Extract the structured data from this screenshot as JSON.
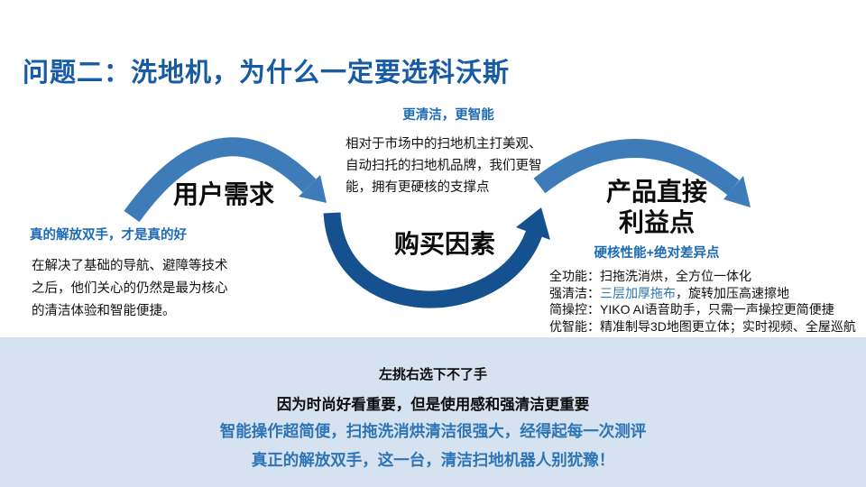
{
  "slide_title": "问题二：洗地机，为什么一定要选科沃斯",
  "flow": {
    "user_needs": {
      "label": "用户需求",
      "subhead": "真的解放双手，才是真的好",
      "body": "在解决了基础的导航、避障等技术之后，他们关心的仍然是最为核心的清洁体验和智能便捷。"
    },
    "purchase_factors": {
      "label": "购买因素",
      "subhead": "更清洁，更智能",
      "body": "相对于市场中的扫地机主打美观、自动扫托的扫地机品牌，我们更智能，拥有更硬核的支撑点"
    },
    "product_benefits": {
      "label_line1": "产品直接",
      "label_line2": "利益点",
      "subhead": "硬核性能+绝对差异点",
      "points": [
        {
          "prefix": "全功能：",
          "highlight": "",
          "rest": "扫拖洗消烘，全方位一体化"
        },
        {
          "prefix": "强清洁：",
          "highlight": "三层加厚拖布",
          "rest": "，旋转加压高速擦地"
        },
        {
          "prefix": "简操控：",
          "highlight": "",
          "rest": "YIKO AI语音助手，只需一声操控更简便捷"
        },
        {
          "prefix": "优智能：",
          "highlight": "",
          "rest": "精准制导3D地图更立体；实时视频、全屋巡航"
        }
      ]
    }
  },
  "footer": {
    "line1": "左挑右选下不了手",
    "line2": "因为时尚好看重要，但是使用感和强清洁更重要",
    "line3": "智能操作超简便，扫拖洗消烘清洁很强大，经得起每一次测评",
    "line4": "真正的解放双手，这一台，清洁扫地机器人别犹豫！"
  },
  "colors": {
    "title_blue": "#175ba5",
    "subhead_blue": "#1d6bb4",
    "footer_blue": "#2e75b6",
    "highlight_blue": "#2e75b6",
    "arc_light": "#3d7cb8",
    "arc_dark": "#15518e",
    "footer_bg": "#d6e2ef"
  }
}
